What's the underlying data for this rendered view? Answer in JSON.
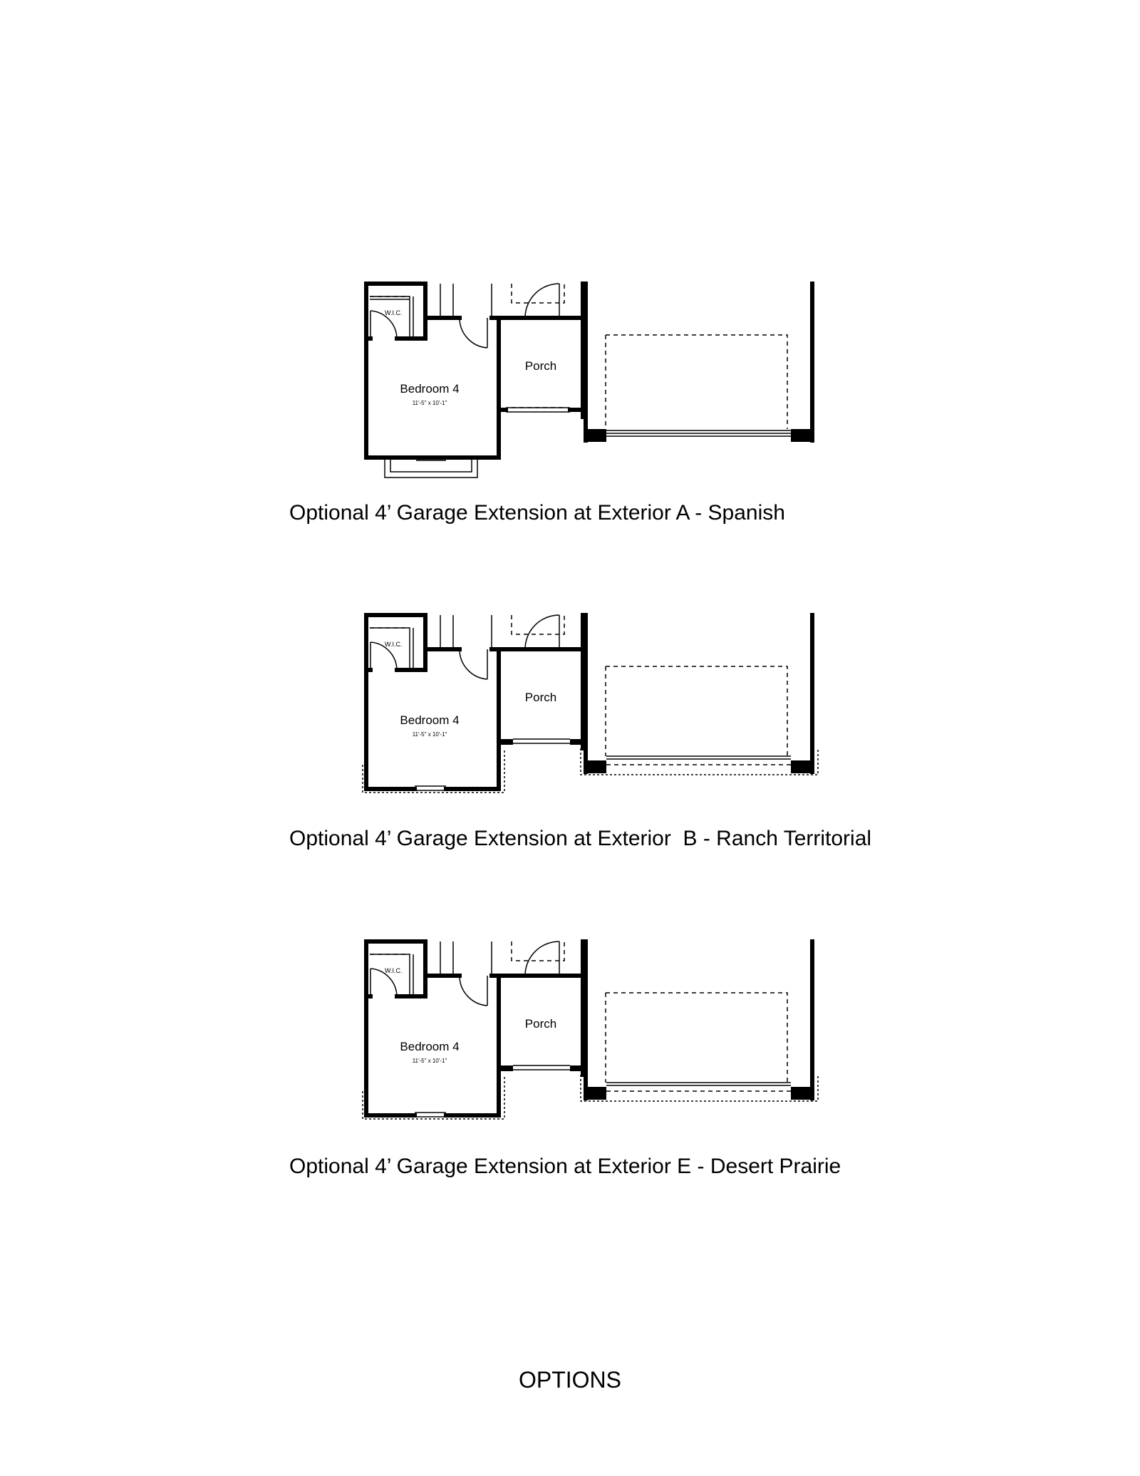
{
  "plans": [
    {
      "rooms": {
        "wic": "W.I.C.",
        "bedroom": "Bedroom 4",
        "bedroom_dims": "11'-5\" x 10'-1\"",
        "porch": "Porch"
      },
      "caption": "Optional 4’ Garage Extension at Exterior A - Spanish"
    },
    {
      "rooms": {
        "wic": "W.I.C.",
        "bedroom": "Bedroom 4",
        "bedroom_dims": "11'-5\" x 10'-1\"",
        "porch": "Porch"
      },
      "caption": "Optional 4’ Garage Extension at Exterior  B - Ranch Territorial"
    },
    {
      "rooms": {
        "wic": "W.I.C.",
        "bedroom": "Bedroom 4",
        "bedroom_dims": "11'-5\" x 10'-1\"",
        "porch": "Porch"
      },
      "caption": "Optional 4’ Garage Extension at Exterior E - Desert Prairie"
    }
  ],
  "footer": "OPTIONS"
}
